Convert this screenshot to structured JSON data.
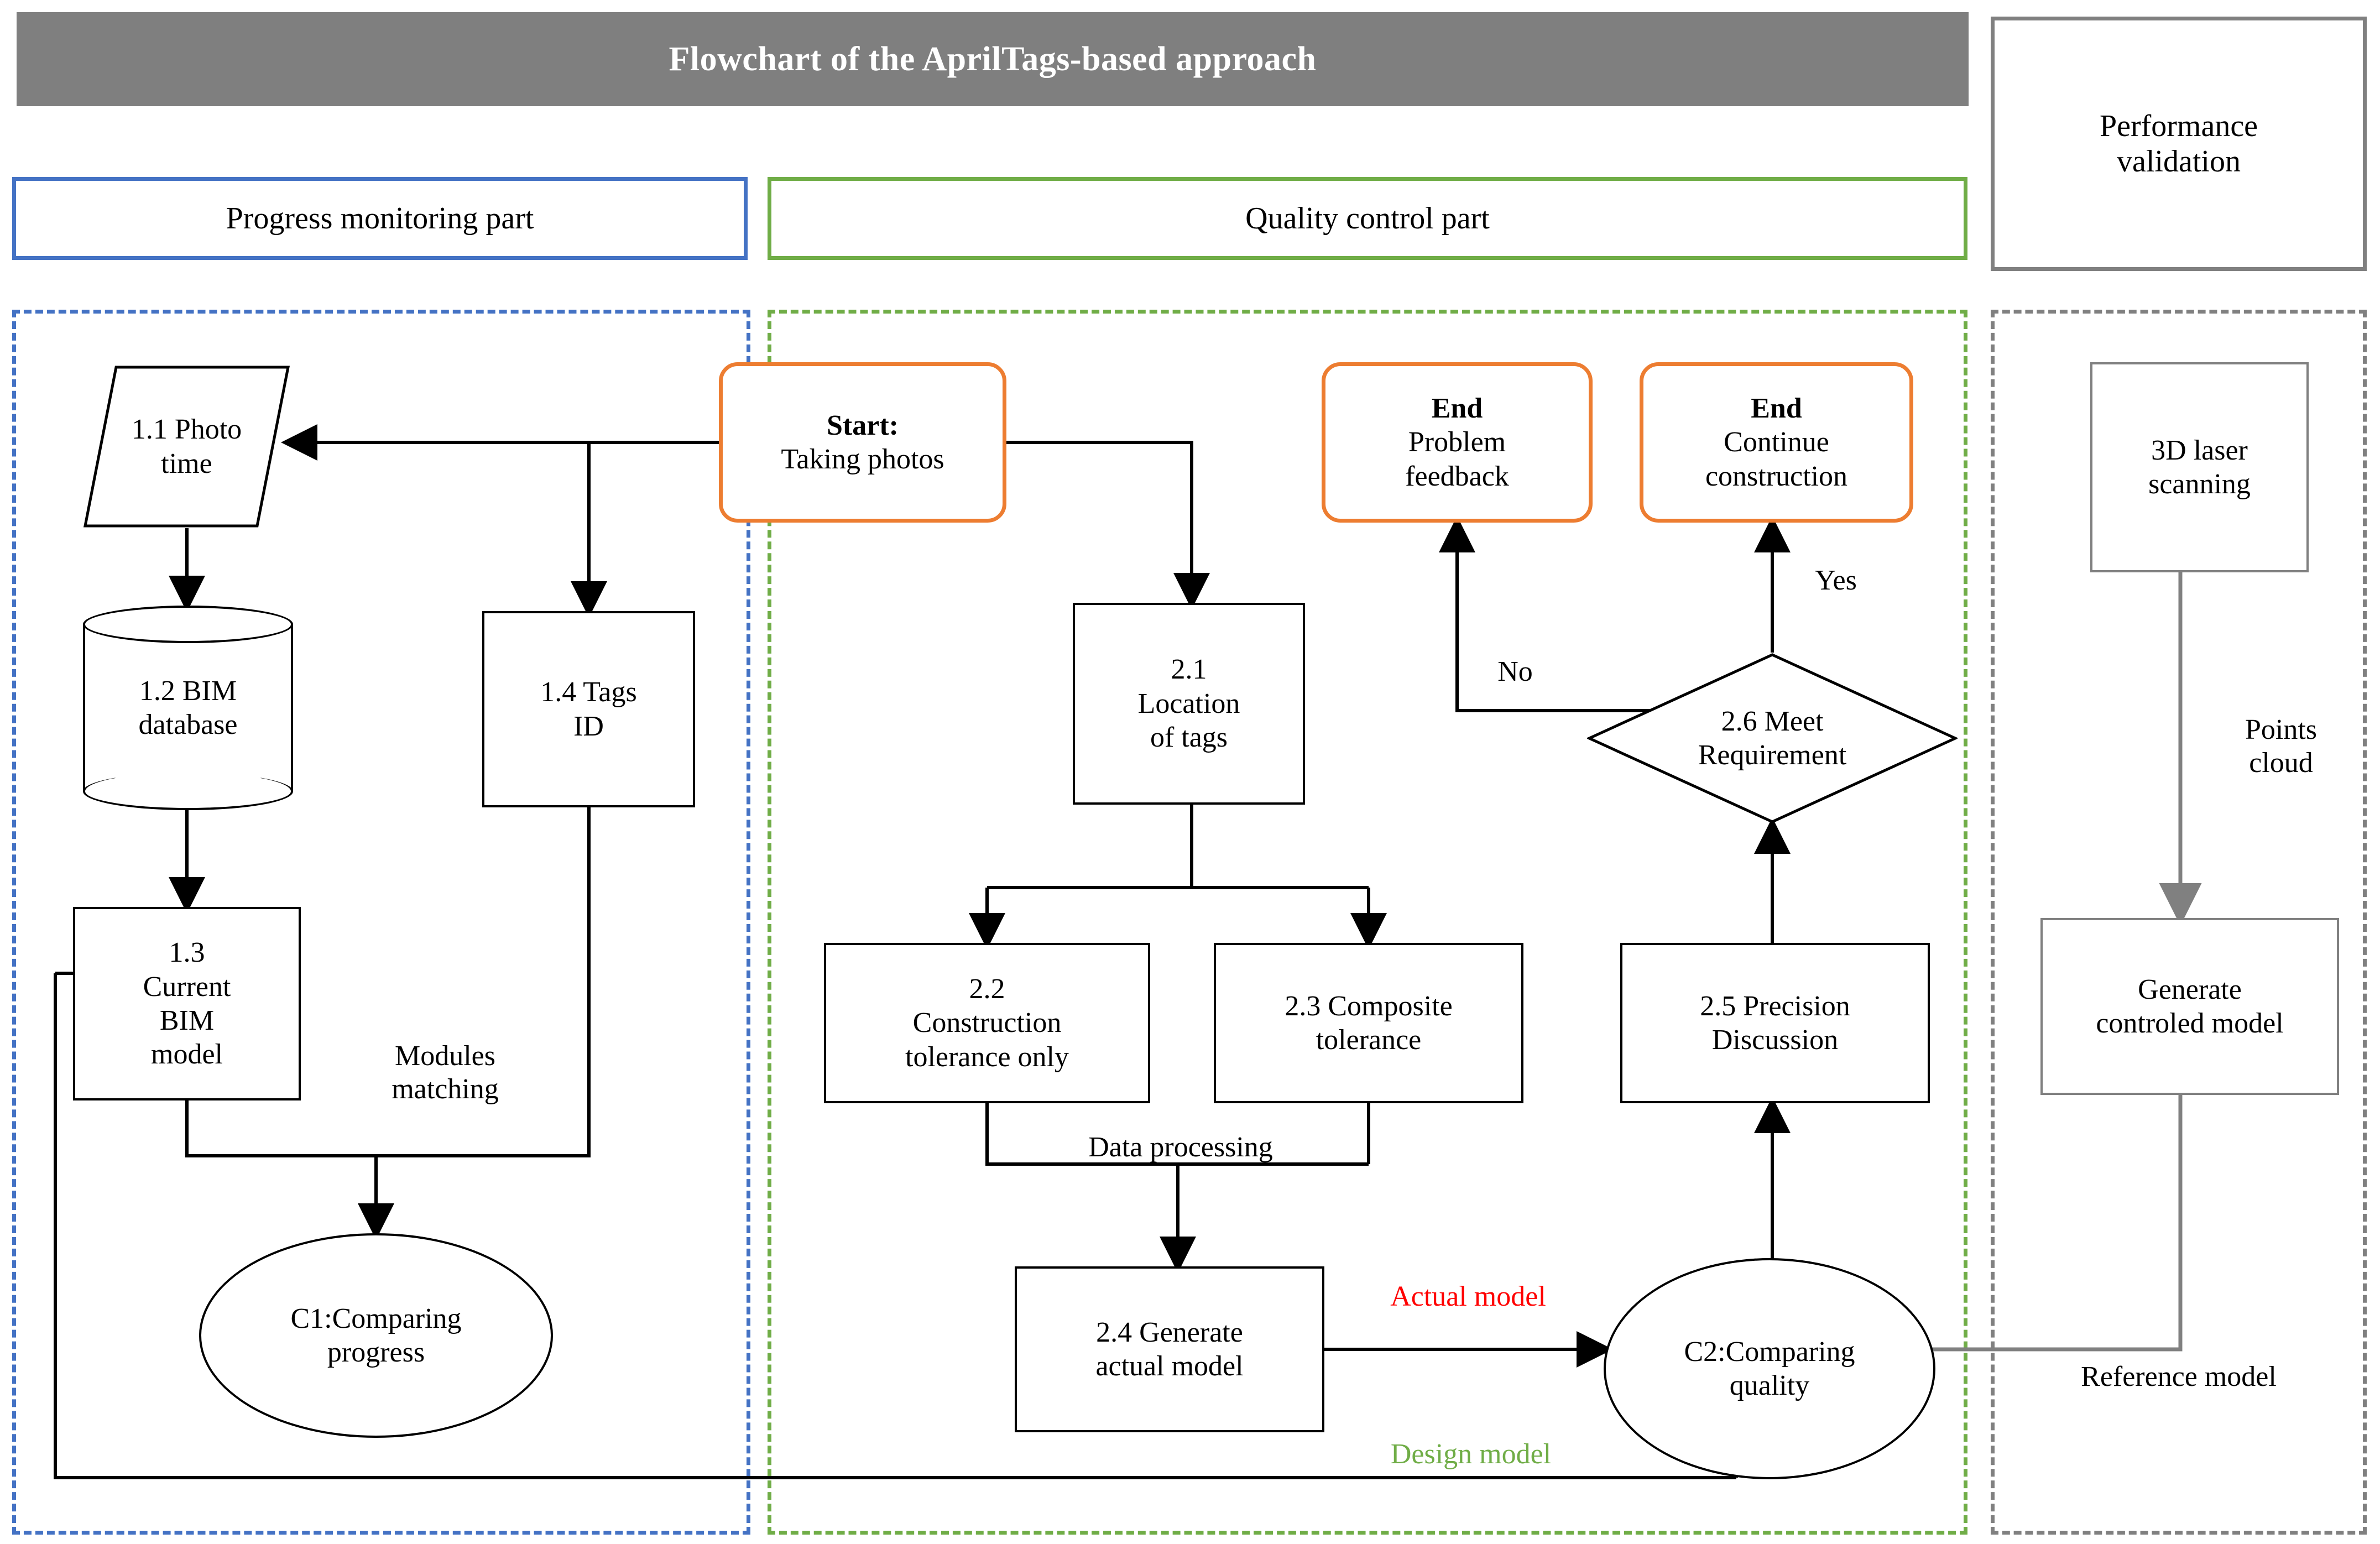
{
  "title_bar": {
    "text": "Flowchart  of the AprilTags-based approach"
  },
  "headers": {
    "progress": "Progress monitoring part",
    "quality": "Quality control part",
    "performance_line1": "Performance",
    "performance_line2": "validation"
  },
  "colors": {
    "title_bar_bg": "#7F7F7F",
    "progress_border": "#4472C4",
    "quality_border": "#70AD47",
    "performance_border": "#808080",
    "terminator_border": "#ED7D31",
    "actual_model_label": "#FF0000",
    "design_model_label": "#70AD47"
  },
  "nodes": {
    "photo_time": {
      "line1": "1.1 Photo",
      "line2": "time"
    },
    "bim_database": {
      "line1": "1.2 BIM",
      "line2": "database"
    },
    "current_bim": {
      "line1": "1.3",
      "line2": "Current",
      "line3": "BIM",
      "line4": "model"
    },
    "tags_id": {
      "line1": "1.4 Tags",
      "line2": "ID"
    },
    "c1_compare": {
      "line1": "C1:Comparing",
      "line2": "progress"
    },
    "start": {
      "line1": "Start:",
      "line2": "Taking photos"
    },
    "end_problem": {
      "line1": "End",
      "line2": "Problem",
      "line3": "feedback"
    },
    "end_continue": {
      "line1": "End",
      "line2": "Continue",
      "line3": "construction"
    },
    "location_tags": {
      "line1": "2.1",
      "line2": "Location",
      "line3": "of tags"
    },
    "construction_tol": {
      "line1": "2.2",
      "line2": "Construction",
      "line3": "tolerance only"
    },
    "composite_tol": {
      "line1": "2.3 Composite",
      "line2": "tolerance"
    },
    "generate_actual": {
      "line1": "2.4 Generate",
      "line2": "actual model"
    },
    "precision_disc": {
      "line1": "2.5 Precision",
      "line2": "Discussion"
    },
    "meet_req": {
      "line1": "2.6 Meet",
      "line2": "Requirement"
    },
    "c2_compare": {
      "line1": "C2:Comparing",
      "line2": "quality"
    },
    "laser_scan": {
      "line1": "3D laser",
      "line2": "scanning"
    },
    "controlled_model": {
      "line1": "Generate",
      "line2": "controled model"
    }
  },
  "edge_labels": {
    "modules_matching_1": "Modules",
    "modules_matching_2": "matching",
    "data_processing": "Data processing",
    "actual_model": "Actual model",
    "design_model": "Design model",
    "yes": "Yes",
    "no": "No",
    "points_cloud_1": "Points",
    "points_cloud_2": "cloud",
    "reference_model": "Reference model"
  }
}
